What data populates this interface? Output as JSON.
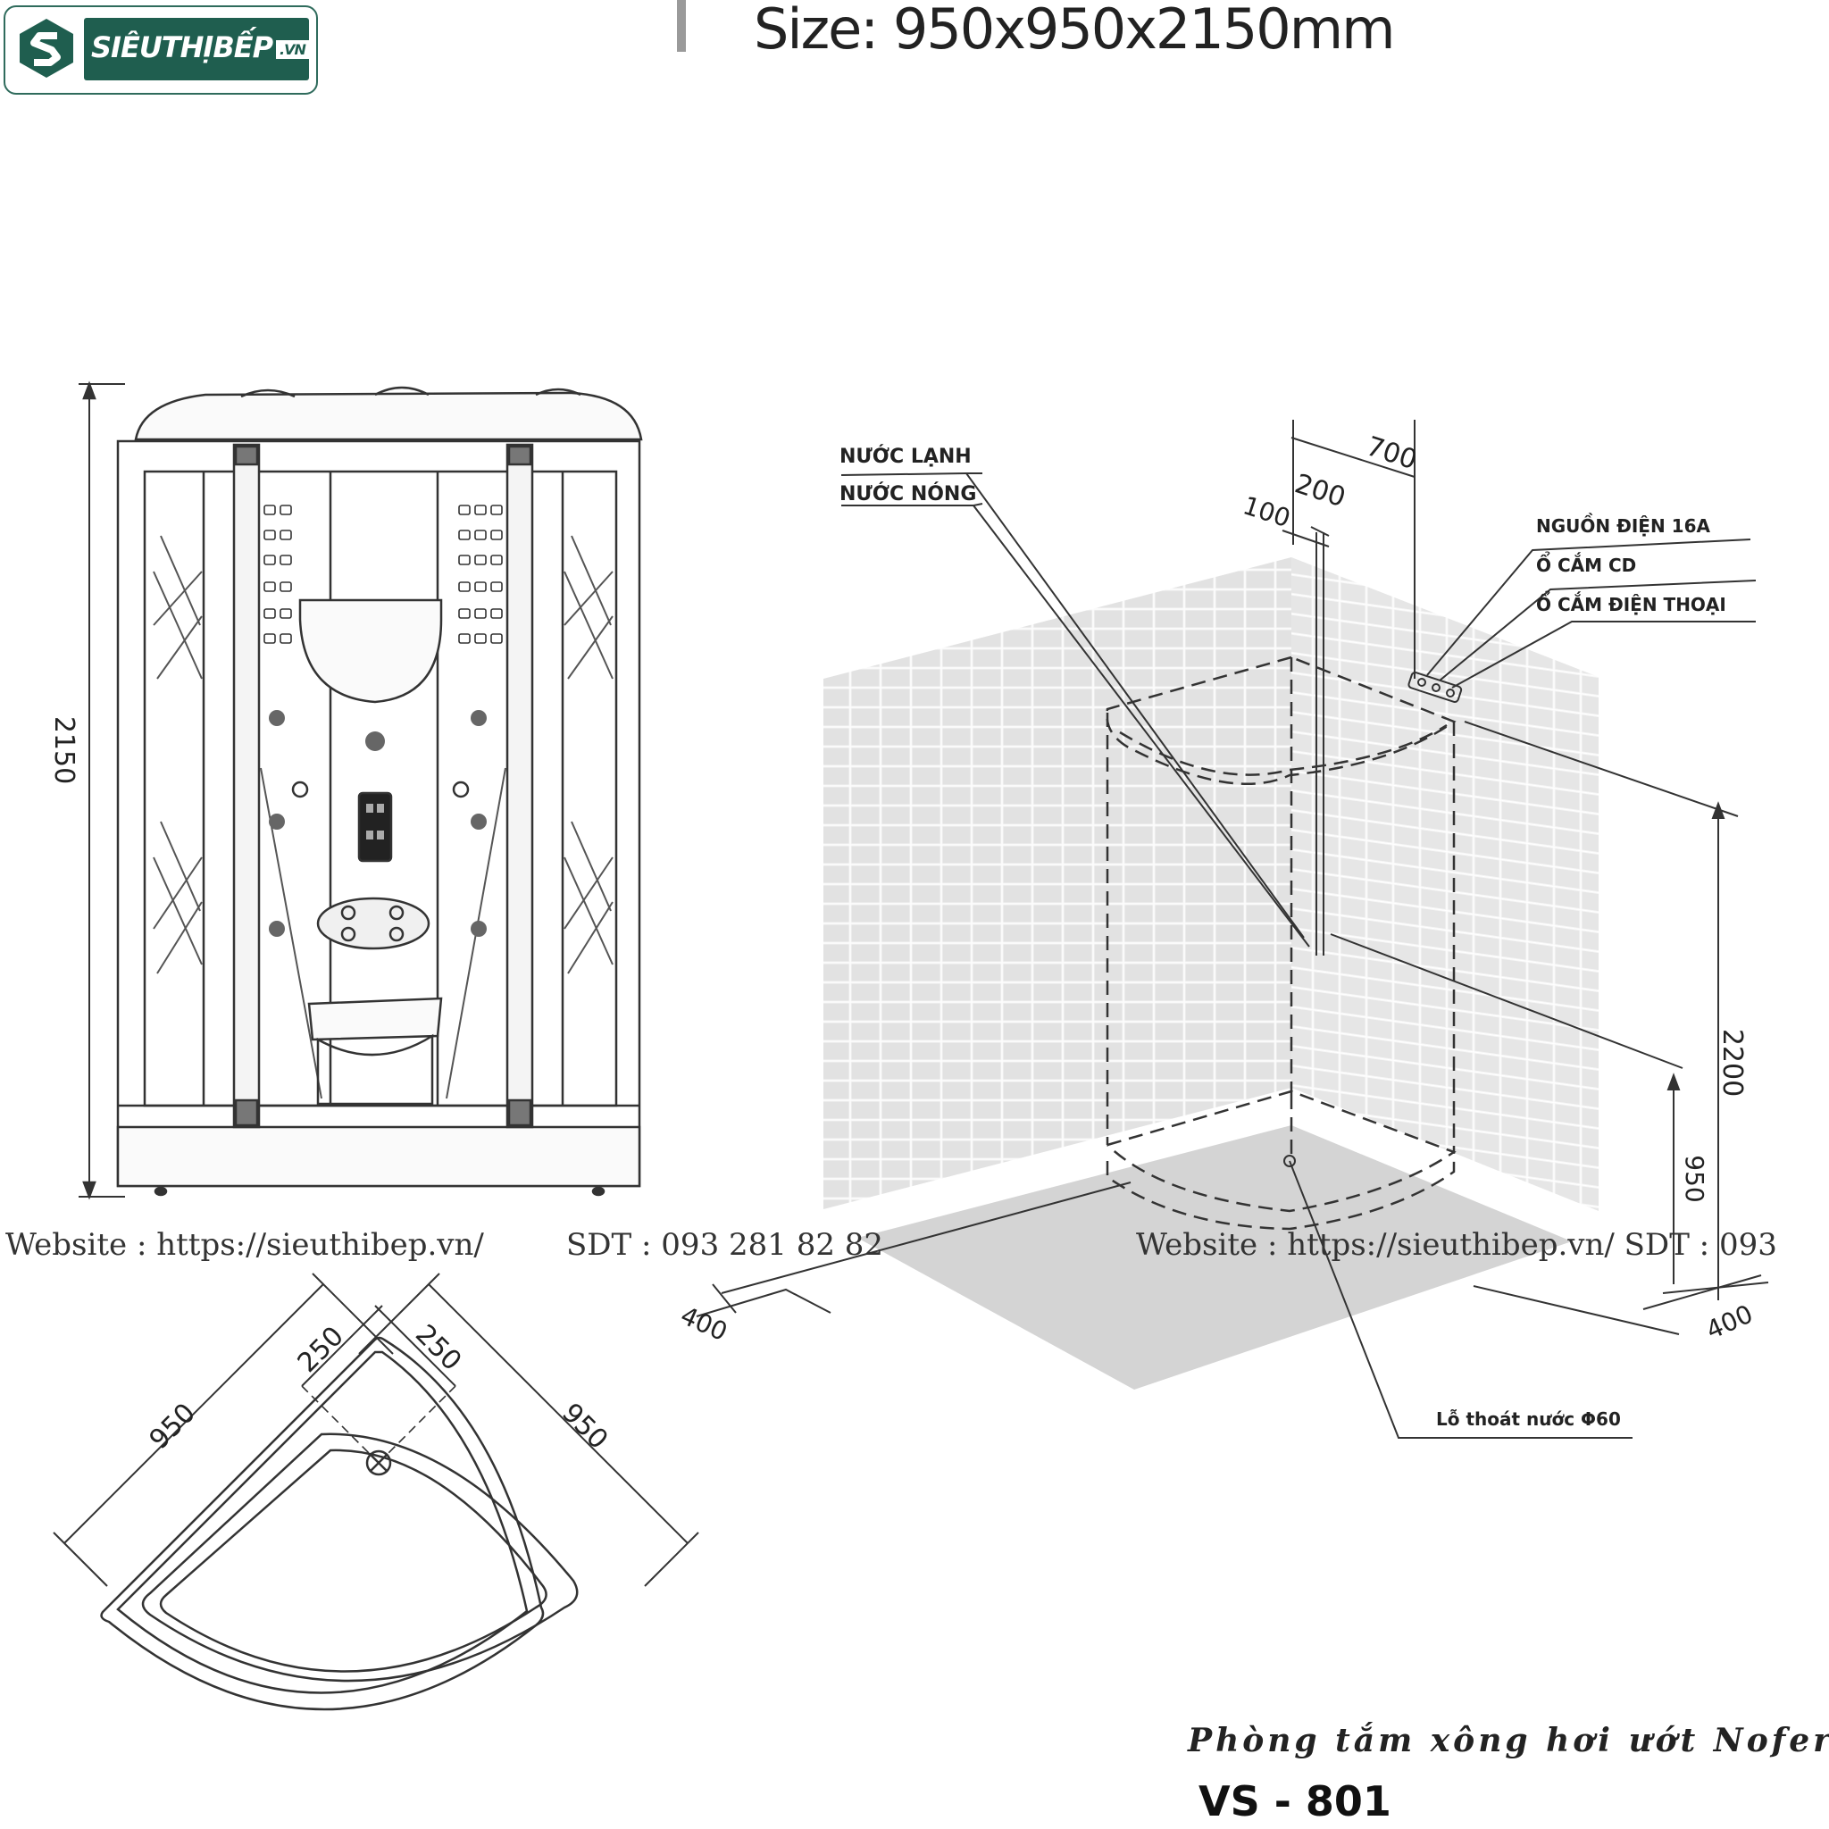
{
  "logo": {
    "brand_text": "SIÊUTHỊBẾP",
    "tld_text": ".VN"
  },
  "header": {
    "size_text": "Size: 950x950x2150mm"
  },
  "front_view": {
    "height_dim": "2150"
  },
  "plan_view": {
    "dim_left_950": "950",
    "dim_right_950": "950",
    "dim_left_250": "250",
    "dim_right_250": "250"
  },
  "iso_view": {
    "label_cold_water": "NƯỚC LẠNH",
    "label_hot_water": "NƯỚC NÓNG",
    "label_power": "NGUỒN ĐIỆN 16A",
    "label_cd_socket": "Ổ CẮM CD",
    "label_phone_socket": "Ổ CẮM ĐIỆN THOẠI",
    "label_drain": "Lỗ thoát nước Φ60",
    "dim_700": "700",
    "dim_200": "200",
    "dim_100": "100",
    "dim_2200": "2200",
    "dim_950": "950",
    "dim_400_left": "400",
    "dim_400_right": "400"
  },
  "watermarks": {
    "left_website": "Website : https://sieuthibep.vn/",
    "left_phone": "SDT : 093 281 82 82",
    "right_text": "Website : https://sieuthibep.vn/ SDT : 093"
  },
  "caption": {
    "product_name": "Phòng tắm xông hơi ướt Nofer",
    "model_code": "VS - 801"
  },
  "colors": {
    "brand_green": "#1f5e4f",
    "line": "#333333",
    "floor_gray": "#d4d4d4",
    "tile_gray": "#e4e4e4"
  }
}
